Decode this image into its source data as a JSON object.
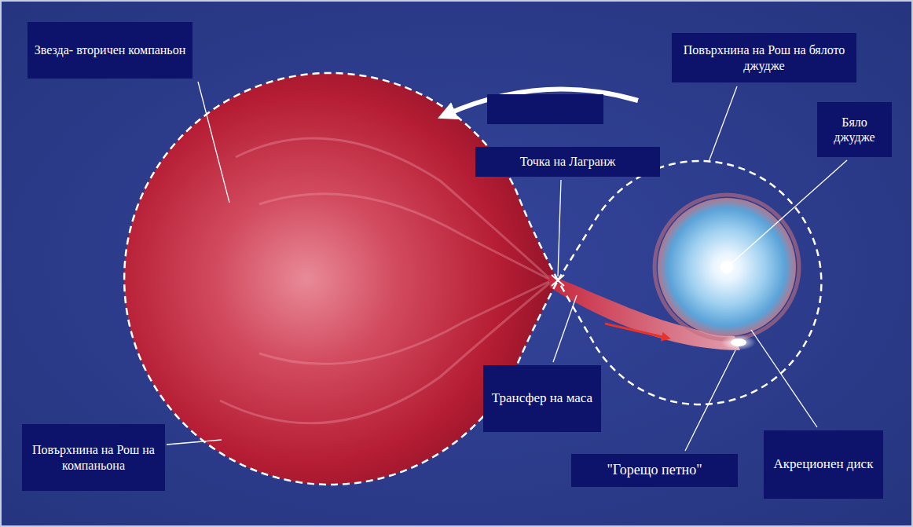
{
  "diagram": {
    "nodes": [
      {
        "text": [
          "Звезда- вторичен компаньон"
        ]
      },
      {
        "text": [
          "Повърхнина на Рош на бялото джудже"
        ]
      },
      {
        "text": [
          "Бяло джудже"
        ]
      },
      {
        "text": [
          "Точка на Лагранж"
        ]
      },
      {
        "text": [
          "Трансфер на маса"
        ]
      },
      {
        "text": [
          "Повърхнина на Рош на компаньона"
        ]
      },
      {
        "text": [
          "Акреционен диск"
        ]
      },
      {
        "text": [
          "\"Горещо петно\""
        ]
      }
    ]
  }
}
